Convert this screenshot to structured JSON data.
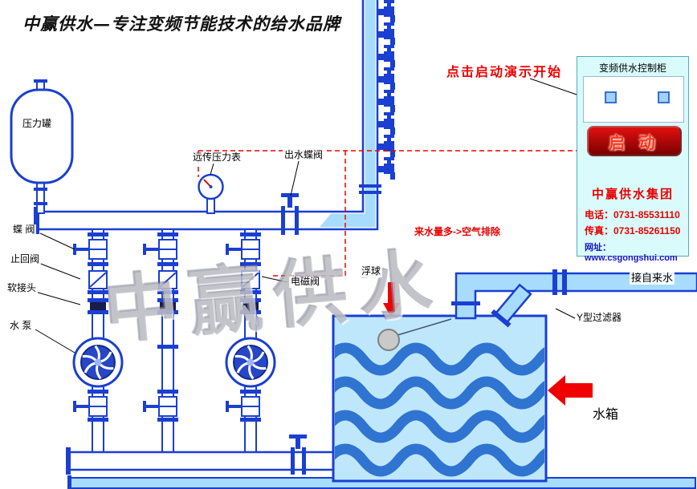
{
  "title": "中赢供水—专注变频节能技术的给水品牌",
  "watermark": "中赢供水",
  "demo_hint": "点击启动演示开始",
  "labels": {
    "pressure_tank": "压力罐",
    "remote_pressure_gauge": "远传压力表",
    "outlet_butterfly_valve": "出水蝶阀",
    "butterfly_valve": "蝶 阀",
    "check_valve": "止回阀",
    "soft_joint": "软接头",
    "water_pump": "水 泵",
    "solenoid_valve": "电磁阀",
    "float_ball": "浮球",
    "air_exhaust_note": "来水量多->空气排除",
    "tap_water_inlet": "接自来水",
    "y_filter": "Y型过滤器",
    "water_tank": "水箱"
  },
  "control_panel": {
    "title": "变频供水控制柜",
    "start_button": "启 动",
    "company": "中赢供水集团",
    "phone": "电话：0731-85531110",
    "fax": "传真：0731-85261150",
    "website": "网址：www.csgongshui.com"
  },
  "colors": {
    "pipe_blue": "#1a3fd1",
    "water_light": "#a8dcff",
    "wave_blue": "#2f74d0",
    "panel_bg": "#d9fbfb",
    "accent_red": "#f00000",
    "button_red": "#b80000"
  }
}
